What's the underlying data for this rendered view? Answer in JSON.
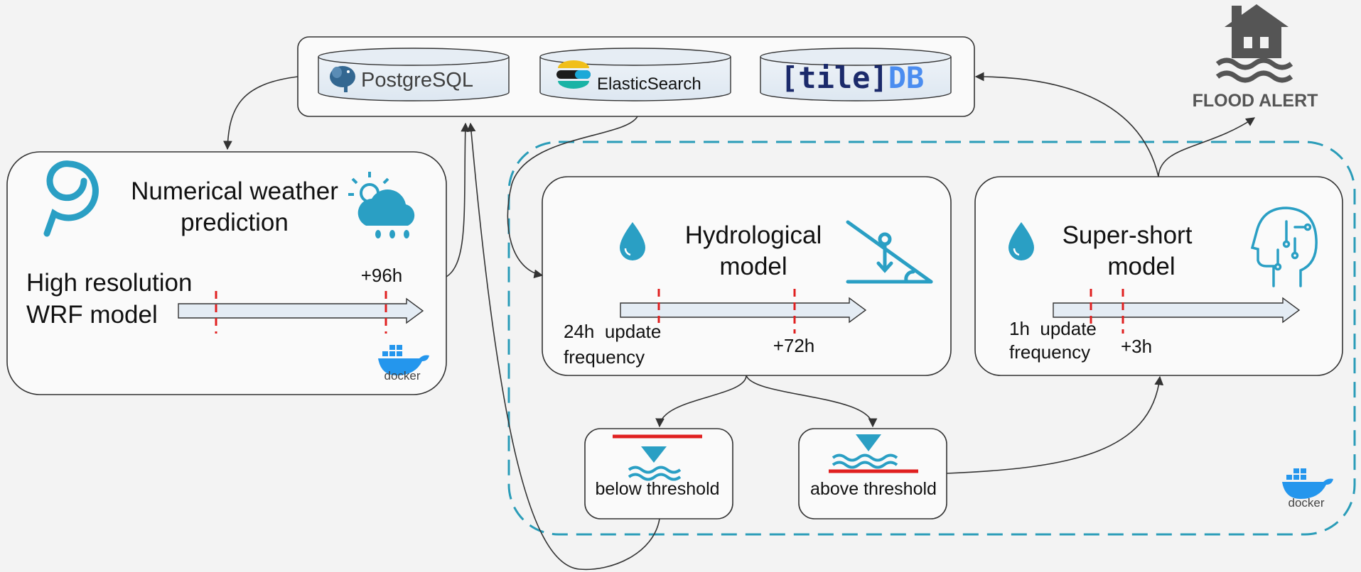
{
  "databases": {
    "postgres": "PostgreSQL",
    "elastic": "ElasticSearch",
    "tiledb_bracket": "[tile]",
    "tiledb_db": "DB"
  },
  "flood_alert": "FLOOD ALERT",
  "nwp": {
    "title_line1": "Numerical weather",
    "title_line2": "prediction",
    "subtitle_line1": "High resolution",
    "subtitle_line2": "WRF model",
    "horizon": "+96h"
  },
  "hydro": {
    "title_line1": "Hydrological",
    "title_line2": "model",
    "update_line1": "24h  update",
    "update_line2": "frequency",
    "horizon": "+72h"
  },
  "supershort": {
    "title_line1": "Super-short",
    "title_line2": "model",
    "update_line1": "1h  update",
    "update_line2": "frequency",
    "horizon": "+3h"
  },
  "thresholds": {
    "below": "below threshold",
    "above": "above threshold"
  },
  "docker_label": "docker",
  "colors": {
    "accent_teal": "#2a9fc4",
    "dashed_border": "#2a9cb8",
    "red_marker": "#e02020",
    "arrow_fill": "#e4ecf4",
    "tiledb_navy": "#1b2a6b",
    "tiledb_blue": "#4b8df0"
  }
}
